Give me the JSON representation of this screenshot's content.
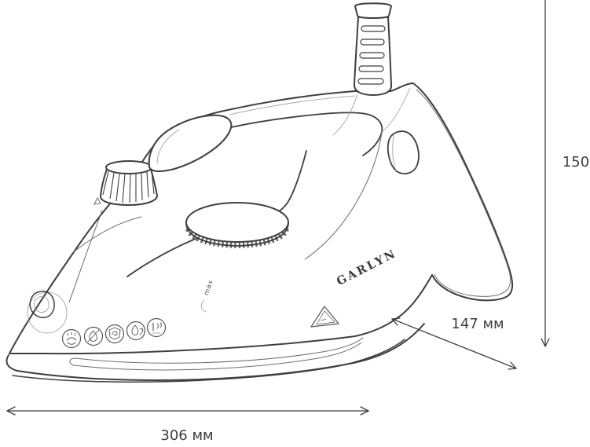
{
  "page": {
    "background_color": "#ffffff",
    "line_color": "#3f3f3f",
    "text_color": "#3d3d3d"
  },
  "drawing": {
    "subject": "steam-iron-side-view",
    "brand_label": "GARLYN",
    "max_label": "max",
    "feature_icons": [
      "spray-icon",
      "anti-drip-icon",
      "anti-calc-icon",
      "self-clean-icon",
      "vertical-steam-icon"
    ],
    "warning_icon": "hot-surface-triangle-icon"
  },
  "dimensions": {
    "height": {
      "label": "150"
    },
    "depth": {
      "label": "147 мм"
    },
    "width": {
      "label": "306 мм"
    }
  }
}
